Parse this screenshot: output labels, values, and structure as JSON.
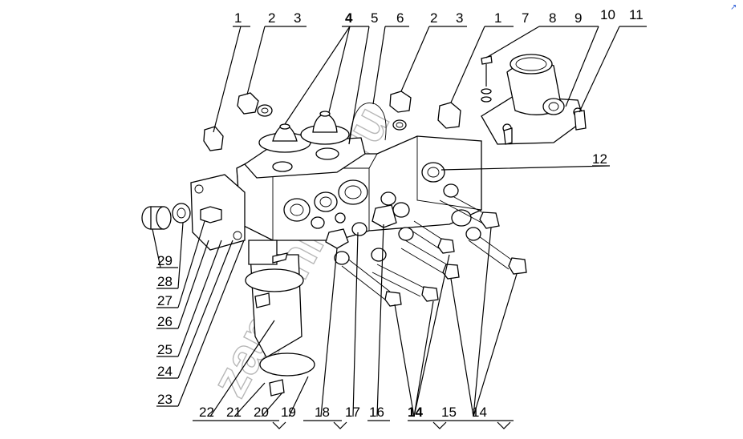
{
  "watermark": "zap-online.ru",
  "corner_mark": "↗",
  "callouts_top": [
    "1",
    "2",
    "3",
    "4",
    "5",
    "6",
    "2",
    "3",
    "1",
    "7",
    "8",
    "9",
    "10",
    "11"
  ],
  "callout_right": "12",
  "callouts_left": [
    "29",
    "28",
    "27",
    "26",
    "25",
    "24",
    "23"
  ],
  "callouts_bottom": [
    "22",
    "21",
    "20",
    "19",
    "18",
    "17",
    "16",
    "14",
    "15",
    "14"
  ]
}
